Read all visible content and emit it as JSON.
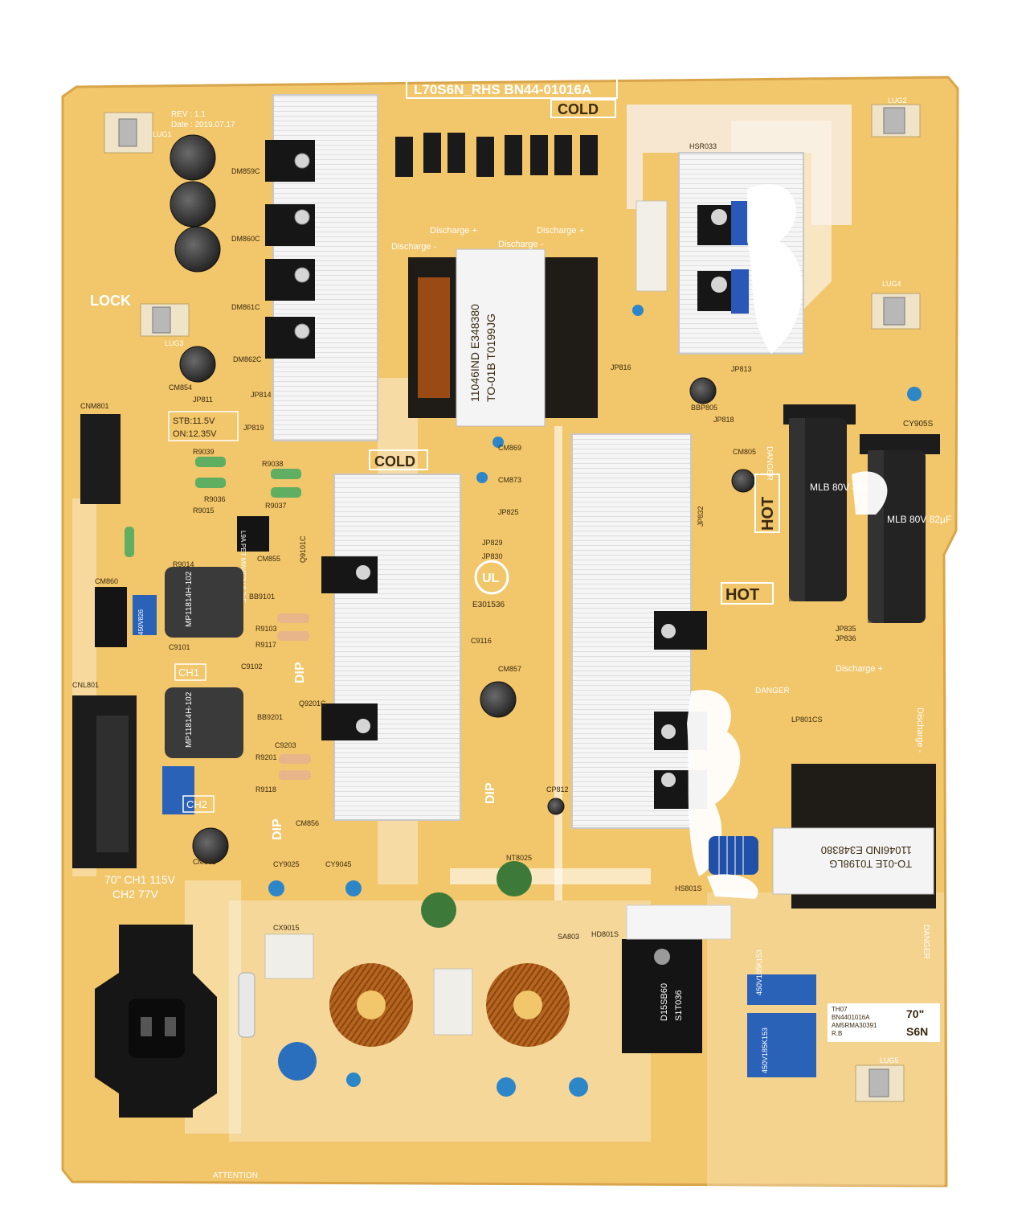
{
  "board": {
    "part_header": "L70S6N_RHS    BN44-01016A",
    "rev": "REV : 1.1",
    "date": "Date : 2019.07.17",
    "cold_label": "COLD",
    "hot_label": "HOT",
    "stb_label": "STB:11.5V",
    "on_label": "ON:12.35V",
    "lock_label": "LOCK",
    "discharge_plus": "Discharge +",
    "discharge_minus": "Discharge -",
    "danger_label": "DANGER",
    "dip_label": "DIP",
    "ch1_label": "CH1",
    "ch2_label": "CH2",
    "ch1_voltage": "70\" CH1 115V",
    "ch2_voltage": "CH2 77V",
    "attention_label": "ATTENTION",
    "transformer_top": "11046IND E348380",
    "transformer_top_line2": "TO-01B T0199JG",
    "transformer_bottom": "11046IND E348380",
    "transformer_bottom_line2": "TO-01E T0198LG",
    "ul_mark": "E301536",
    "sticker_line1": "TH07",
    "sticker_line2": "BN4401016A",
    "sticker_line3": "AM5RMA30391",
    "sticker_line4": "R.B",
    "sticker_size": "70\"",
    "sticker_model": "S6N",
    "cap_rating": "MLB  80V 82µF",
    "cap_small": "L9A PET MW450V 8.2µF",
    "inductor_label": "MP11814H-102",
    "bridge_label": "D15SB60",
    "bridge_code": "S1T036",
    "film_cap": "450V185K153",
    "film_cap2": "450V105K153",
    "film_cap3": "450V826",
    "ref_cnm801": "CNM801",
    "ref_cnl801": "CNL801",
    "ref_lug1": "LUG1",
    "ref_lug2": "LUG2",
    "ref_lug3": "LUG3",
    "ref_lug4": "LUG4",
    "ref_lug5": "LUG5",
    "ref_nt8025": "NT8025",
    "ref_cm869": "CM869",
    "ref_cm873": "CM873",
    "ref_cm857": "CM857",
    "ref_cm854": "CM854",
    "ref_cm855": "CM855",
    "ref_cm856": "CM856",
    "ref_cy9025": "CY9025",
    "ref_cy9045": "CY9045",
    "ref_cy9055": "CY905S",
    "ref_cx9015": "CX9015",
    "ref_jp811": "JP811",
    "ref_jp814": "JP814",
    "ref_jp819": "JP819",
    "ref_jp825": "JP825",
    "ref_jp829": "JP829",
    "ref_jp830": "JP830",
    "ref_jp832": "JP832",
    "ref_jp835": "JP835",
    "ref_jp836": "JP836",
    "ref_jp818": "JP818",
    "ref_jp813": "JP813",
    "ref_jp816": "JP816",
    "ref_r9015": "R9015",
    "ref_r9036": "R9036",
    "ref_r9037": "R9037",
    "ref_r9038": "R9038",
    "ref_r9039": "R9039",
    "ref_r9014": "R9014",
    "ref_r9103": "R9103",
    "ref_r9117": "R9117",
    "ref_r9201": "R9201",
    "ref_r9118": "R9118",
    "ref_c9101": "C9101",
    "ref_c9102": "C9102",
    "ref_c9203": "C9203",
    "ref_cp812": "CP812",
    "ref_bb9101": "BB9101",
    "ref_bb9201": "BB9201",
    "ref_bbp805": "BBP805",
    "ref_lp801cs": "LP801CS",
    "ref_q9101c": "Q9101C",
    "ref_q9201c": "Q9201C",
    "ref_cm860": "CM860",
    "ref_cm861": "CM861",
    "ref_cm859c": "DM859C",
    "ref_dm860c": "DM860C",
    "ref_dm861c": "DM861C",
    "ref_dm862c": "DM862C",
    "ref_hs801s": "HS801S",
    "ref_hs803": "HSR033",
    "ref_cm805": "CM805",
    "ref_c9116": "C9116",
    "ref_sa803": "SA803",
    "ref_hd801s": "HD801S"
  },
  "colors": {
    "pcb": "#f2c66a",
    "pcb_dark": "#e3a944",
    "silkscreen": "#ffffff",
    "heatsink": "#f4f4f4",
    "capacitor_black": "#1e1e22",
    "capacitor_blue": "#2a6fbd",
    "copper": "#b5651d",
    "resistor": "#e7d3a8",
    "thermistor_green": "#3d7a3a"
  }
}
